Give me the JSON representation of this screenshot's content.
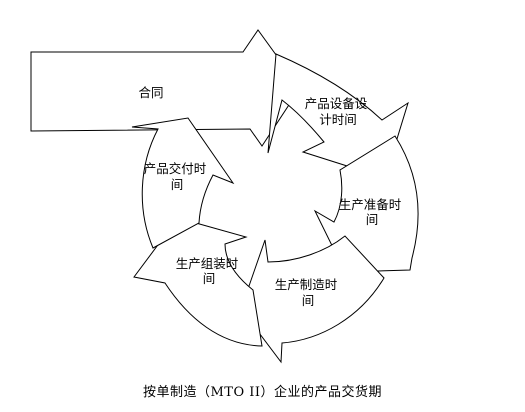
{
  "diagram": {
    "stages": [
      {
        "id": "contract",
        "lines": [
          "合同"
        ]
      },
      {
        "id": "design",
        "lines": [
          "产品设备设",
          "计时间"
        ]
      },
      {
        "id": "prep",
        "lines": [
          "生产准备时",
          "间"
        ]
      },
      {
        "id": "manufacture",
        "lines": [
          "生产制造时",
          "间"
        ]
      },
      {
        "id": "assembly",
        "lines": [
          "生产组装时",
          "间"
        ]
      },
      {
        "id": "delivery",
        "lines": [
          "产品交付时",
          "间"
        ]
      }
    ],
    "caption": "按单制造（MTO II）企业的产品交货期"
  }
}
